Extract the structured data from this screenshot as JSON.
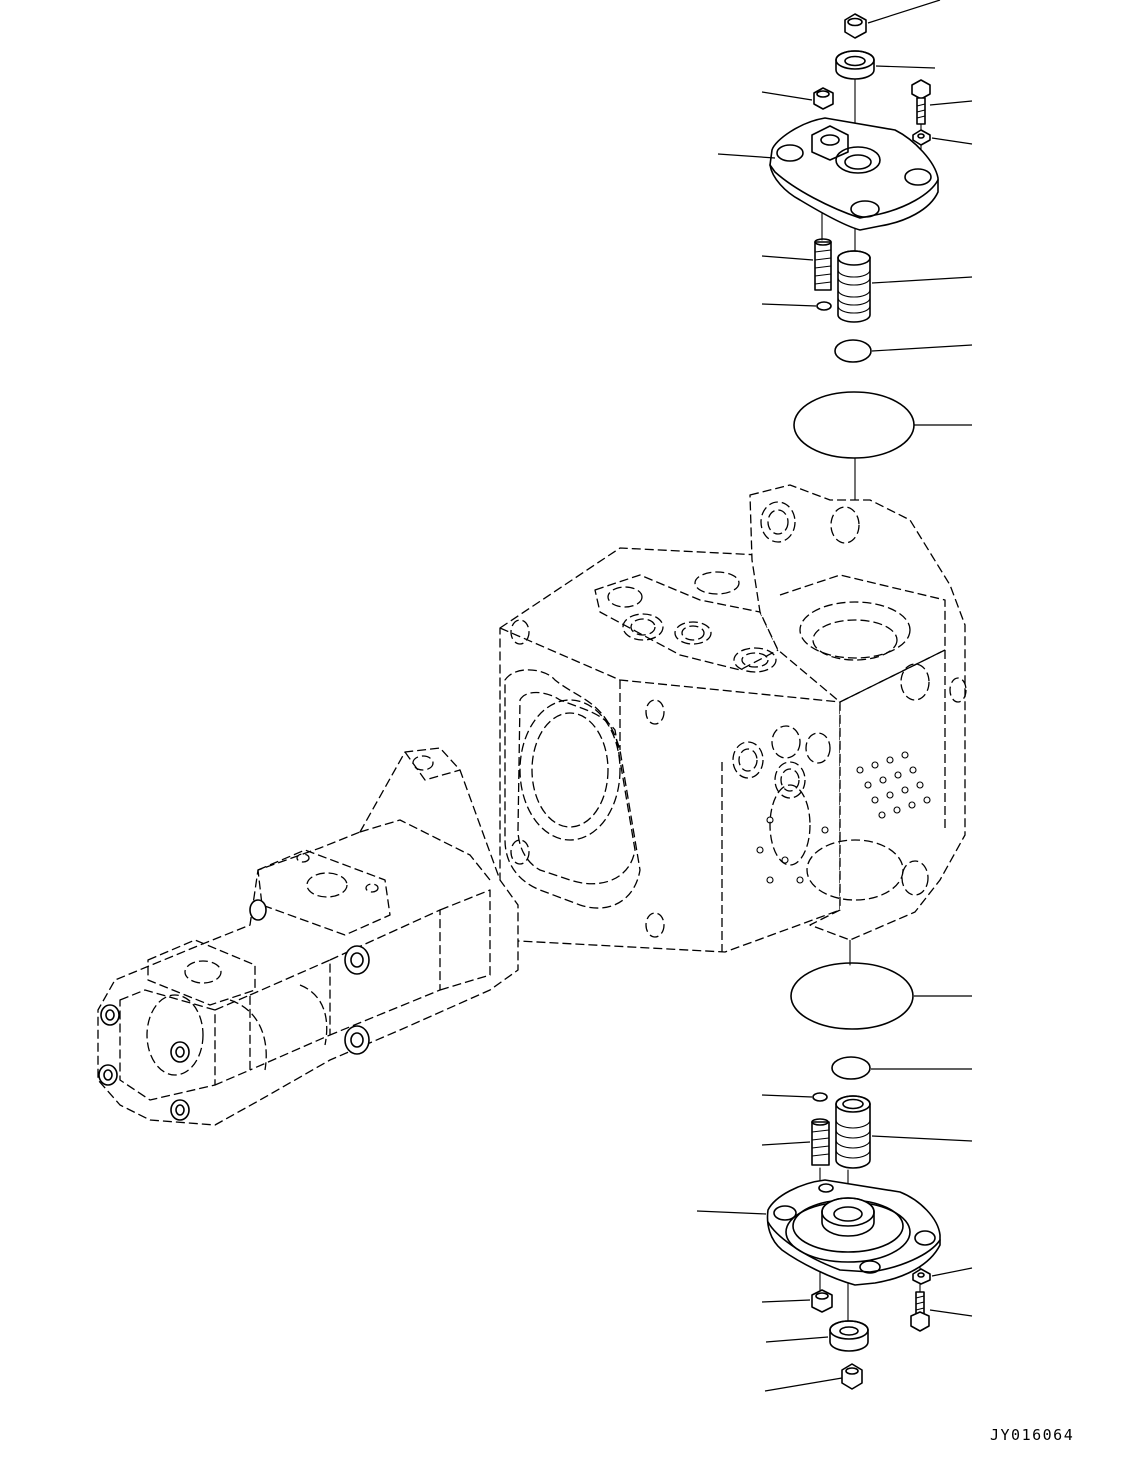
{
  "drawing": {
    "code": "JY016064",
    "parts_top": [
      "nut",
      "plug",
      "nut",
      "bolt",
      "washer",
      "cover",
      "spring",
      "valve-spool",
      "o-ring-small",
      "o-ring-small-2",
      "o-ring-large"
    ],
    "parts_bottom": [
      "o-ring-large",
      "o-ring-small",
      "o-ring-small-2",
      "spring",
      "valve-spool",
      "cover",
      "washer",
      "nut",
      "bolt",
      "plug",
      "nut"
    ],
    "colors": {
      "line": "#000000",
      "background": "#ffffff"
    }
  }
}
